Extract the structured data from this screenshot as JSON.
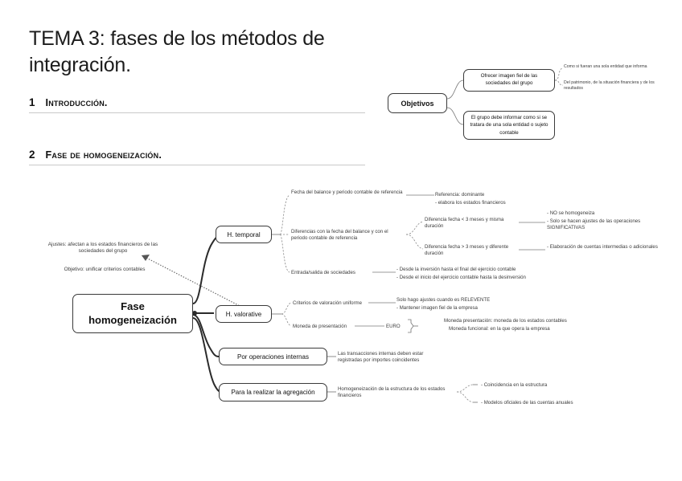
{
  "document": {
    "title": "TEMA 3: fases de los métodos de integración.",
    "sections": [
      {
        "number": "1",
        "name": "Introducción."
      },
      {
        "number": "2",
        "name": "Fase de homogeneización."
      }
    ]
  },
  "objetivos_map": {
    "root": "Objetivos",
    "branch1": {
      "label": "Ofrecer imagen fiel de las sociedades del grupo",
      "details": [
        "Como si fueran una sola entidad que informa",
        "Del patrimonio, de la situación financiera y de los resultados"
      ]
    },
    "branch2": {
      "label": "El grupo debe informar como si se tratara de una sola entidad o sujeto contable"
    }
  },
  "homogeneizacion_map": {
    "root": "Fase homogeneización",
    "notes": [
      "Ajustes: afectan a los estados financieros de las sociedades del grupo",
      "Objetivo: unificar criterios contables"
    ],
    "branches": [
      {
        "label": "H. temporal",
        "children": [
          {
            "label": "Fecha del balance y periodo contable de referencia",
            "details": [
              "Referencia: dominante",
              "- elabora los estados financieros"
            ]
          },
          {
            "label": "Diferencias con la fecha del balance y con el periodo contable de referencia",
            "sub": [
              {
                "label": "Diferencia fecha < 3 meses y misma duración",
                "details": [
                  "- NO se homogeneiza",
                  "- Solo se hacen ajustes de las operaciones SIGNIFICATIVAS"
                ]
              },
              {
                "label": "Diferencia fecha > 3 meses y diferente duración",
                "details": [
                  "- Elaboración de cuentas intermedias o adicionales"
                ]
              }
            ]
          },
          {
            "label": "Entrada/salida de sociedades",
            "details": [
              "- Desde la inversión hasta el final del ejercicio contable",
              "- Desde el inicio del ejercicio contable hasta la desinversión"
            ]
          }
        ]
      },
      {
        "label": "H. valorative",
        "children": [
          {
            "label": "Criterios de valoración uniforme",
            "details": [
              "Solo hago ajustes cuando es RELEVENTE",
              "- Mantener imagen fiel de la empresa"
            ]
          },
          {
            "label": "Moneda de presentación",
            "value": "EURO",
            "details": [
              "Moneda presentación: moneda de los estados contables",
              "Moneda funcional: en la que opera la empresa"
            ]
          }
        ]
      },
      {
        "label": "Por operaciones internas",
        "children": [
          {
            "label": "Las transacciones internas deben estar registradas por importes coincidentes"
          }
        ]
      },
      {
        "label": "Para la realizar la agregación",
        "children": [
          {
            "label": "Homogeneización de la estructura de los estados financieros",
            "details": [
              "- Coincidencia en la estructura",
              "- Modelos oficiales de las cuentas anuales"
            ]
          }
        ]
      }
    ]
  }
}
